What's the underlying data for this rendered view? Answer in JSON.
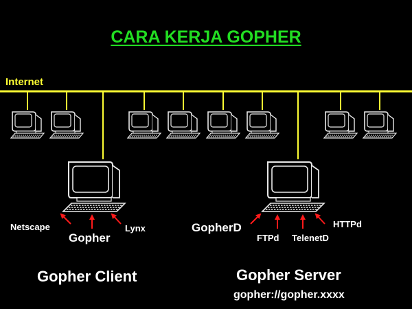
{
  "title": "CARA KERJA GOPHER",
  "network_label": "Internet",
  "client": {
    "heading": "Gopher Client",
    "program": "Gopher",
    "browsers": [
      "Netscape",
      "Lynx"
    ]
  },
  "server": {
    "heading": "Gopher Server",
    "url": "gopher://gopher.xxxx",
    "daemons": [
      "GopherD",
      "FTPd",
      "TelenetD",
      "HTTPd"
    ]
  },
  "colors": {
    "background": "#000000",
    "title": "#22dd22",
    "bus": "#ffff33",
    "arrow": "#ff1a1a",
    "text": "#ffffff"
  }
}
